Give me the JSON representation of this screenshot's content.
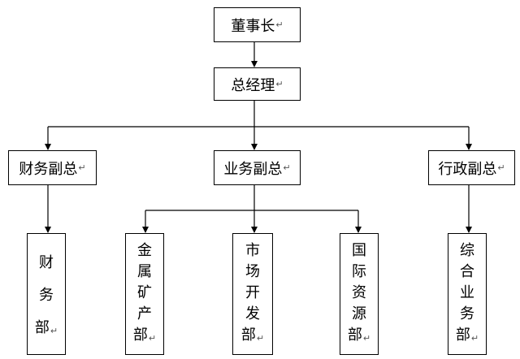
{
  "chart": {
    "chairman": "董事长",
    "gm": "总经理",
    "vp_finance": "财务副总",
    "vp_business": "业务副总",
    "vp_admin": "行政副总",
    "dept_finance": "财务部",
    "dept_metal": "金属矿产部",
    "dept_market": "市场开发部",
    "dept_intl": "国际资源部",
    "dept_general": "综合业务部",
    "return_mark": "↵"
  }
}
